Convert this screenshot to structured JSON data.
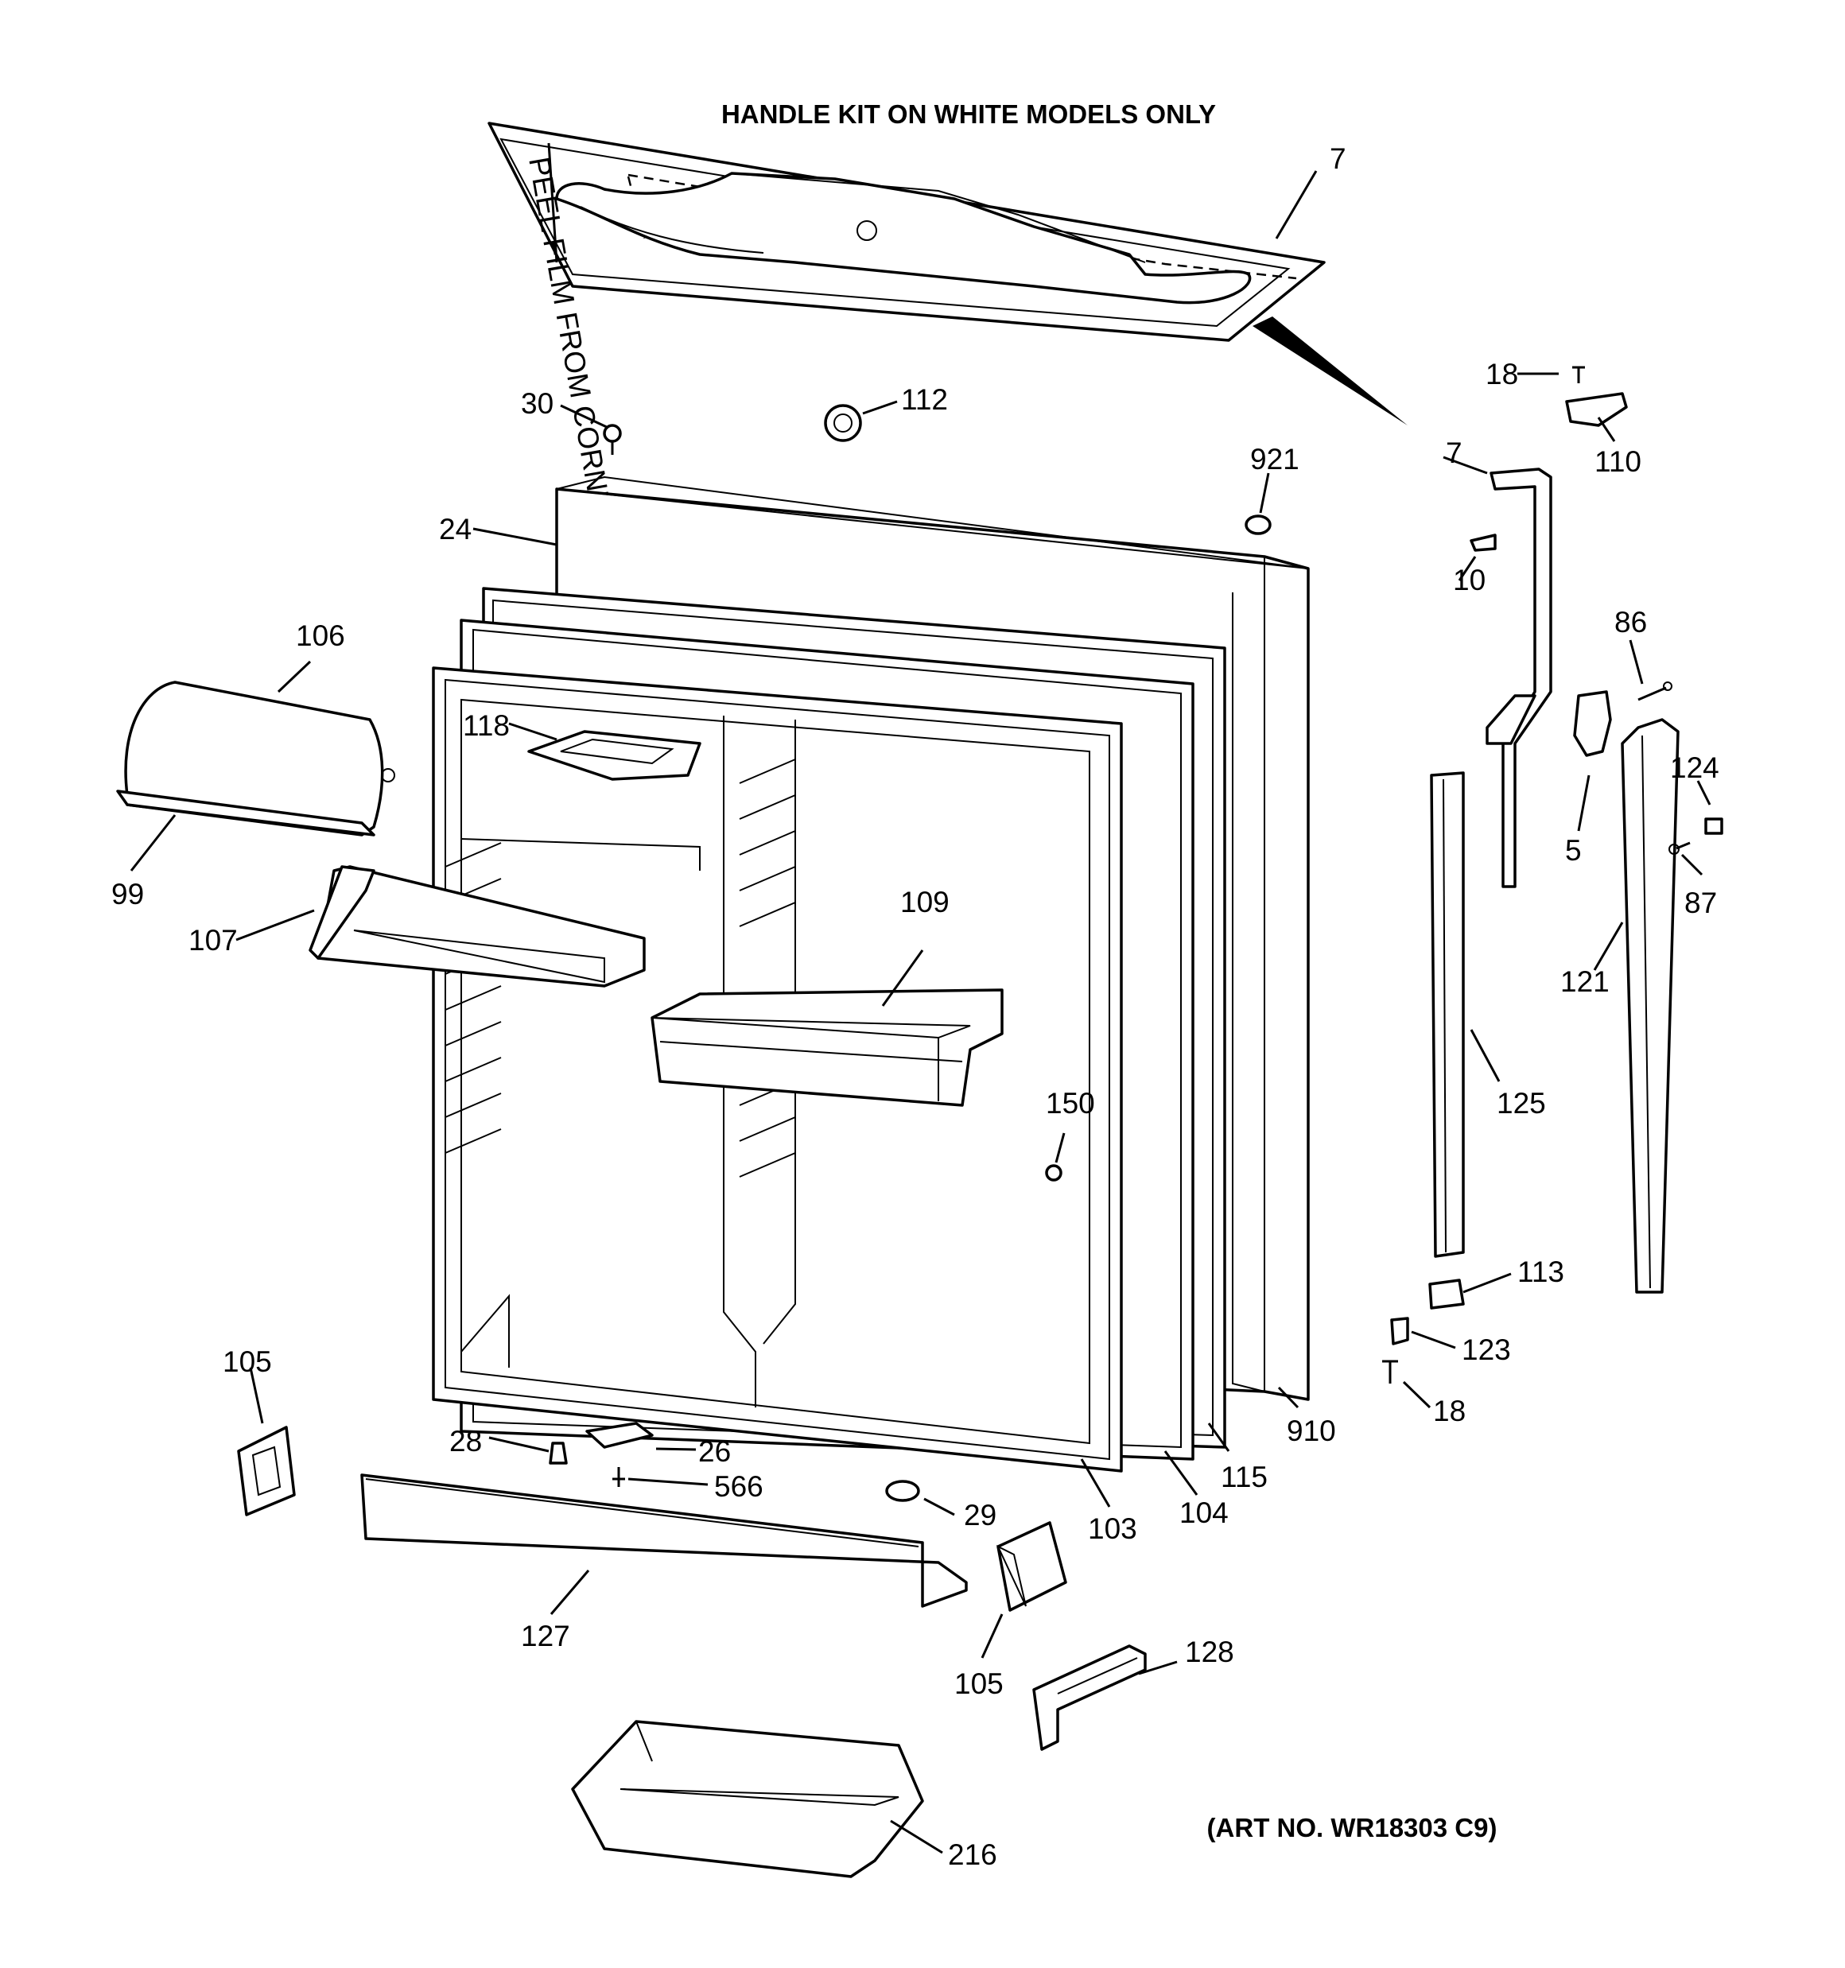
{
  "header": {
    "title": "HANDLE KIT ON WHITE MODELS ONLY"
  },
  "footer": {
    "art_number": "(ART NO. WR18303 C9)"
  },
  "handle_kit_label": "PEEL FILM FROM CORNER",
  "callouts": {
    "c7a": "7",
    "c7b": "7",
    "c18a": "18",
    "c110": "110",
    "c30": "30",
    "c112": "112",
    "c921": "921",
    "c24": "24",
    "c10": "10",
    "c86": "86",
    "c106": "106",
    "c118": "118",
    "c124": "124",
    "c99": "99",
    "c5": "5",
    "c87": "87",
    "c107": "107",
    "c109": "109",
    "c121": "121",
    "c125": "125",
    "c150": "150",
    "c113": "113",
    "c123": "123",
    "c105a": "105",
    "c18b": "18",
    "c910": "910",
    "c28": "28",
    "c26": "26",
    "c566": "566",
    "c115": "115",
    "c29": "29",
    "c103": "103",
    "c104": "104",
    "c127": "127",
    "c128": "128",
    "c105b": "105",
    "c216": "216"
  }
}
